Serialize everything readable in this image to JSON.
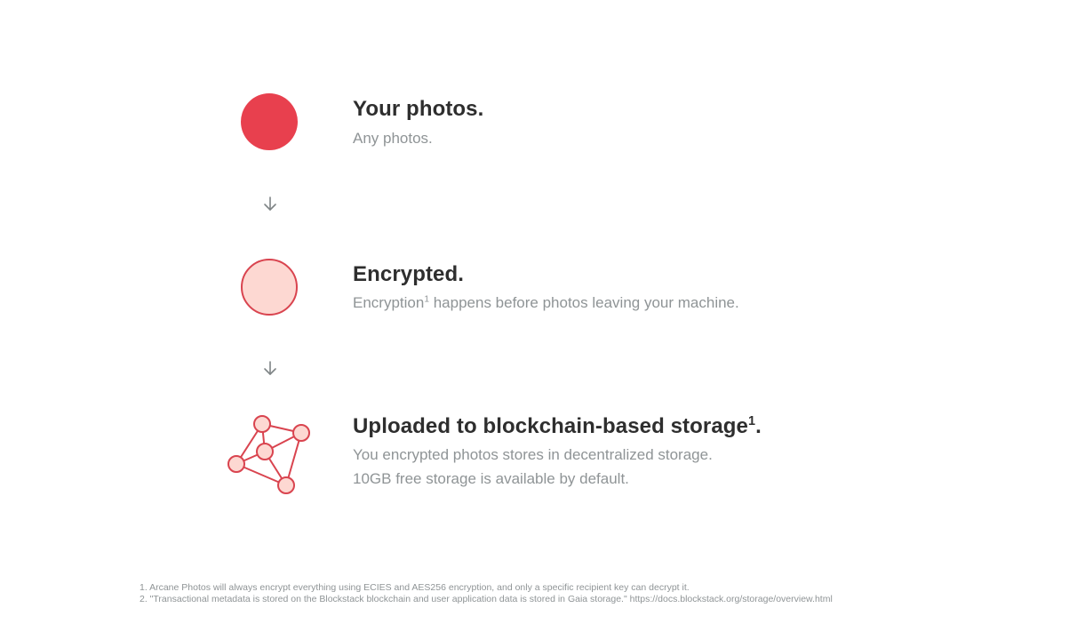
{
  "steps": [
    {
      "icon": "red-circle-icon",
      "title": "Your photos.",
      "description": "Any photos."
    },
    {
      "icon": "pink-outlined-circle-icon",
      "title": "Encrypted.",
      "description_before_sup": "Encryption",
      "description_sup": "1",
      "description_after_sup": " happens before photos leaving your machine."
    },
    {
      "icon": "network-nodes-icon",
      "title_before_sup": "Uploaded to blockchain-based storage",
      "title_sup": "1",
      "title_after_sup": ".",
      "description_lines": [
        "You encrypted photos stores in decentralized storage.",
        "10GB free storage is available by default."
      ]
    }
  ],
  "arrows": [
    "arrow-down-icon",
    "arrow-down-icon"
  ],
  "footnotes": [
    "1. Arcane Photos will always encrypt everything using ECIES and AES256 encryption, and only a specific recipient key can decrypt it.",
    "2. \"Transactional metadata is stored on the Blockstack blockchain and user application data is stored in Gaia storage.\" https://docs.blockstack.org/storage/overview.html"
  ],
  "colors": {
    "accent_red": "#e8404e",
    "node_fill": "#fdd8d2",
    "node_stroke": "#d9444f",
    "title_text": "#2e2e2e",
    "muted_text": "#8f9496"
  }
}
